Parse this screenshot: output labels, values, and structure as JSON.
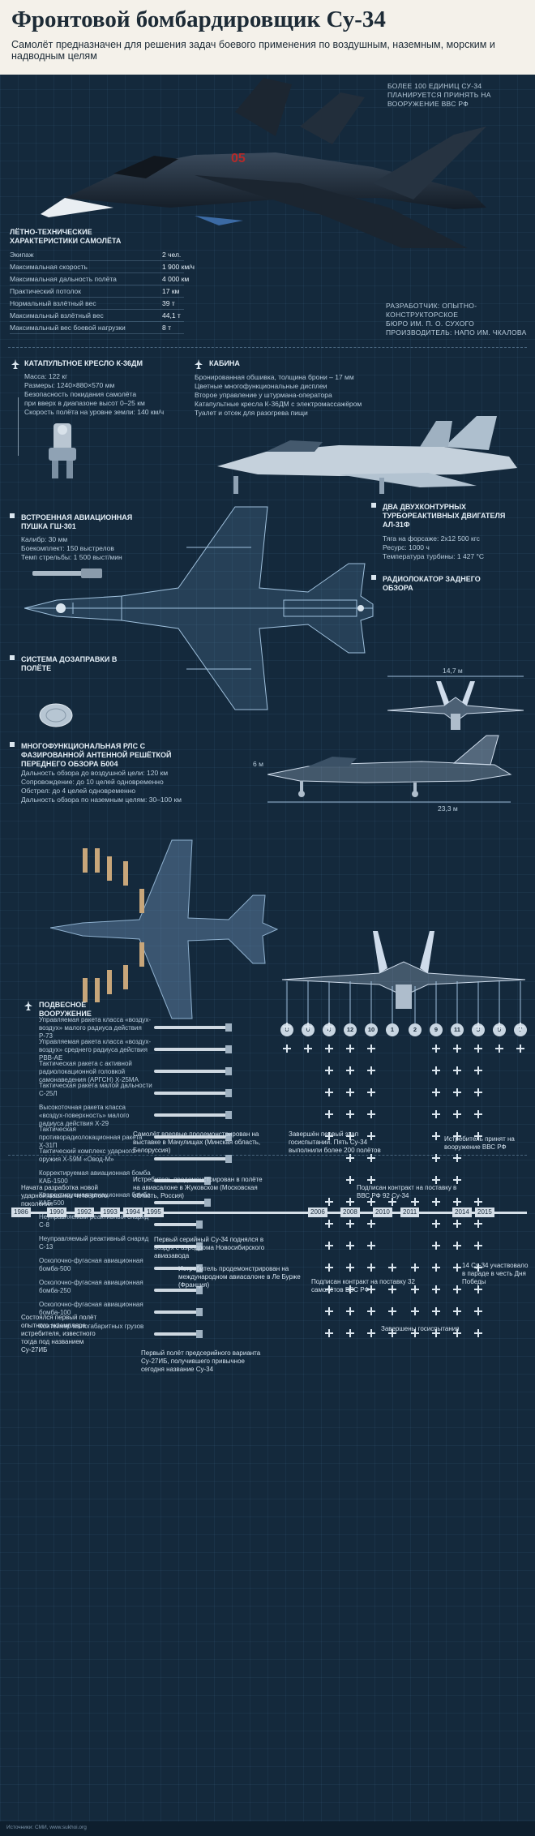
{
  "header": {
    "title": "Фронтовой бомбардировщик Су-34",
    "subtitle": "Самолёт предназначен для решения задач боевого применения по воздушным, наземным, морским и надводным целям"
  },
  "note_top": "Более 100 единиц Су-34 планируется принять на вооружение ВВС РФ",
  "specs": {
    "title": "Лётно-технические характеристики самолёта",
    "rows": [
      {
        "label": "Экипаж",
        "value": "2 чел."
      },
      {
        "label": "Максимальная скорость",
        "value": "1 900 км/ч"
      },
      {
        "label": "Максимальная дальность полёта",
        "value": "4 000 км"
      },
      {
        "label": "Практический потолок",
        "value": "17 км"
      },
      {
        "label": "Нормальный взлётный вес",
        "value": "39 т"
      },
      {
        "label": "Максимальный взлётный вес",
        "value": "44,1 т"
      },
      {
        "label": "Максимальный вес боевой нагрузки",
        "value": "8 т"
      }
    ]
  },
  "developer": {
    "line1": "Разработчик: опытно-конструкторское",
    "line2": "бюро им. П. О. Сухого",
    "line3": "Производитель: НАПО им. Чкалова"
  },
  "components": {
    "seat": {
      "title": "Катапультное кресло К-36ДМ",
      "lines": [
        "Масса: 122 кг",
        "Размеры: 1240×880×570 мм",
        "Безопасность покидания самолёта",
        "при вверх в диапазоне высот 0–25 км",
        "Скорость полёта на уровне земли: 140 км/ч"
      ]
    },
    "cabin": {
      "title": "Кабина",
      "lines": [
        "Бронированная обшивка, толщина брони – 17 мм",
        "Цветные многофункциональные дисплеи",
        "Второе управление у штурмана-оператора",
        "Катапультные кресла К-36ДМ с электромассажёром",
        "Туалет и отсек для разогрева пищи"
      ]
    },
    "gun": {
      "title": "Встроенная авиационная пушка ГШ-301",
      "lines": [
        "Калибр: 30 мм",
        "Боекомплект: 150 выстрелов",
        "Темп стрельбы: 1 500 выст/мин"
      ]
    },
    "engines": {
      "title": "Два двухконтурных турбореактивных двигателя АЛ-31Ф",
      "lines": [
        "Тяга на форсаже: 2x12 500 кгс",
        "Ресурс: 1000 ч",
        "Температура турбины: 1 427 °C"
      ]
    },
    "rear_radar": {
      "title": "Радиолокатор заднего обзора"
    },
    "refuel": {
      "title": "Система дозаправки в полёте"
    },
    "radar": {
      "title": "Многофункциональная РЛС с фазированной антенной решёткой переднего обзора Б004",
      "lines": [
        "Дальность обзора до воздушной цели: 120 км",
        "Сопровождение: до 10 целей одновременно",
        "Обстрел: до 4 целей одновременно",
        "Дальность обзора по наземным целям: 30–100 км"
      ]
    }
  },
  "dimensions": {
    "wingspan": "14,7 м",
    "height": "6 м",
    "length": "23,3 м"
  },
  "armament": {
    "title": "Подвесное вооружение",
    "pylons": [
      "8",
      "6",
      "4",
      "12",
      "10",
      "1",
      "2",
      "9",
      "11",
      "3",
      "5",
      "7"
    ],
    "weapons": [
      {
        "name": "Управляемая ракета класса «воздух-воздух» малого радиуса действия Р-73"
      },
      {
        "name": "Управляемая ракета класса «воздух-воздух» среднего радиуса действия РВВ-АЕ"
      },
      {
        "name": "Тактическая ракета с активной радиолокационной головкой самонаведения (АРГСН) Х-25МА"
      },
      {
        "name": "Тактическая ракета малой дальности С-25Л"
      },
      {
        "name": "Высокоточная ракета класса «воздух-поверхность» малого радиуса действия Х-29"
      },
      {
        "name": "Тактическая противорадиолокационная ракета Х-31П"
      },
      {
        "name": "Тактический комплекс ударного оружия Х-59М «Овод-М»"
      },
      {
        "name": "Корректируемая авиационная бомба КАБ-1500"
      },
      {
        "name": "Корректируемая авиационная бомба КАБ-500"
      },
      {
        "name": "Неуправляемый реактивный снаряд С-8"
      },
      {
        "name": "Неуправляемый реактивный снаряд С-13"
      },
      {
        "name": "Осколочно-фугасная авиационная бомба-500"
      },
      {
        "name": "Осколочно-фугасная авиационная бомба-250"
      },
      {
        "name": "Осколочно-фугасная авиационная бомба-100"
      },
      {
        "name": "Контейнер малогабаритных грузов"
      }
    ]
  },
  "timeline": {
    "years": [
      "1986",
      "1990",
      "1992",
      "1993",
      "1994",
      "1995",
      "2006",
      "2008",
      "2010",
      "2011",
      "2014",
      "2015"
    ],
    "events_top": [
      {
        "text": "Начата разработка новой ударной машины четвёртого поколения"
      },
      {
        "text": "Самолёт впервые продемонстрирован на выставке в Мачулищах (Минская область, Белоруссия)"
      },
      {
        "text": "Истребитель продемонстрирован в полёте на авиасалоне в Жуковском (Московская область, Россия)"
      },
      {
        "text": "Первый серийный Су-34 поднялся в воздух с аэродрома Новосибирского авиазавода"
      },
      {
        "text": "Завершён первый этап госиспытаний. Пять Су-34 выполнили более 200 полётов"
      },
      {
        "text": "Подписан контракт на поставку в ВВС РФ 92 Су-34"
      },
      {
        "text": "Истребитель принят на вооружение ВВС РФ"
      }
    ],
    "events_bottom": [
      {
        "text": "Состоялся первый полёт опытного экземпляра истребителя, известного тогда под названием Су-27ИБ"
      },
      {
        "text": "Первый полёт предсерийного варианта Су-27ИБ, получившего привычное сегодня название Су-34"
      },
      {
        "text": "Истребитель продемонстрирован на международном авиасалоне в Ле Бурже (Франция)"
      },
      {
        "text": "Подписан контракт на поставку 32 самолётов ВВС РФ"
      },
      {
        "text": "Завершены госиспытания"
      },
      {
        "text": "14 Су-34 участвовало в параде в честь Дня Победы"
      }
    ]
  },
  "footer": "Источники: СМИ, www.sukhoi.org"
}
